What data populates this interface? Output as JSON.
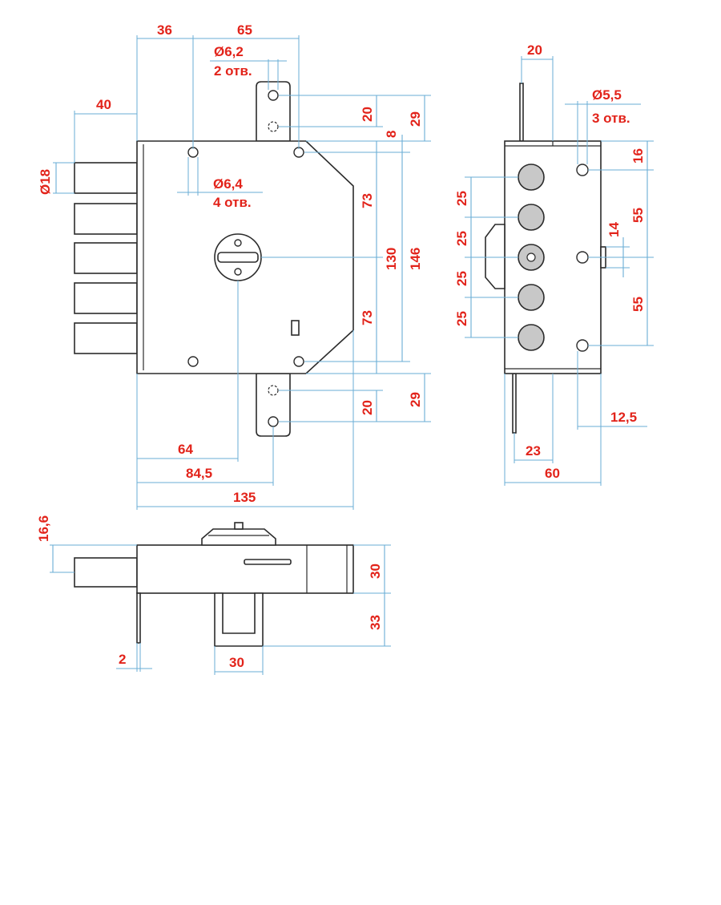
{
  "colors": {
    "outline": "#2b2b2b",
    "dimension_line": "#6aaed6",
    "dimension_text": "#e2231a",
    "background": "#ffffff",
    "bolt_gray": "#c8c8c8"
  },
  "front_view": {
    "dims": {
      "top_36": "36",
      "top_65": "65",
      "hole_dia_top": "Ø6,2",
      "hole_count_top": "2 отв.",
      "left_40": "40",
      "bolt_dia": "Ø18",
      "hole_dia_body": "Ø6,4",
      "hole_count_body": "4 отв.",
      "right_20_top": "20",
      "right_8": "8",
      "right_29_top": "29",
      "right_73_top": "73",
      "right_130": "130",
      "right_146": "146",
      "right_73_bottom": "73",
      "right_20_bottom": "20",
      "right_29_bottom": "29",
      "bottom_64": "64",
      "bottom_84_5": "84,5",
      "bottom_135": "135"
    }
  },
  "side_view": {
    "dims": {
      "top_20": "20",
      "hole_dia": "Ø5,5",
      "hole_count": "3 отв.",
      "left_25_1": "25",
      "left_25_2": "25",
      "left_25_3": "25",
      "left_25_4": "25",
      "right_16": "16",
      "right_55_top": "55",
      "right_14": "14",
      "right_55_bottom": "55",
      "bottom_12_5": "12,5",
      "bottom_23": "23",
      "bottom_60": "60"
    }
  },
  "top_view": {
    "dims": {
      "left_16_6": "16,6",
      "right_30": "30",
      "right_33": "33",
      "bottom_2": "2",
      "bottom_30": "30"
    }
  }
}
